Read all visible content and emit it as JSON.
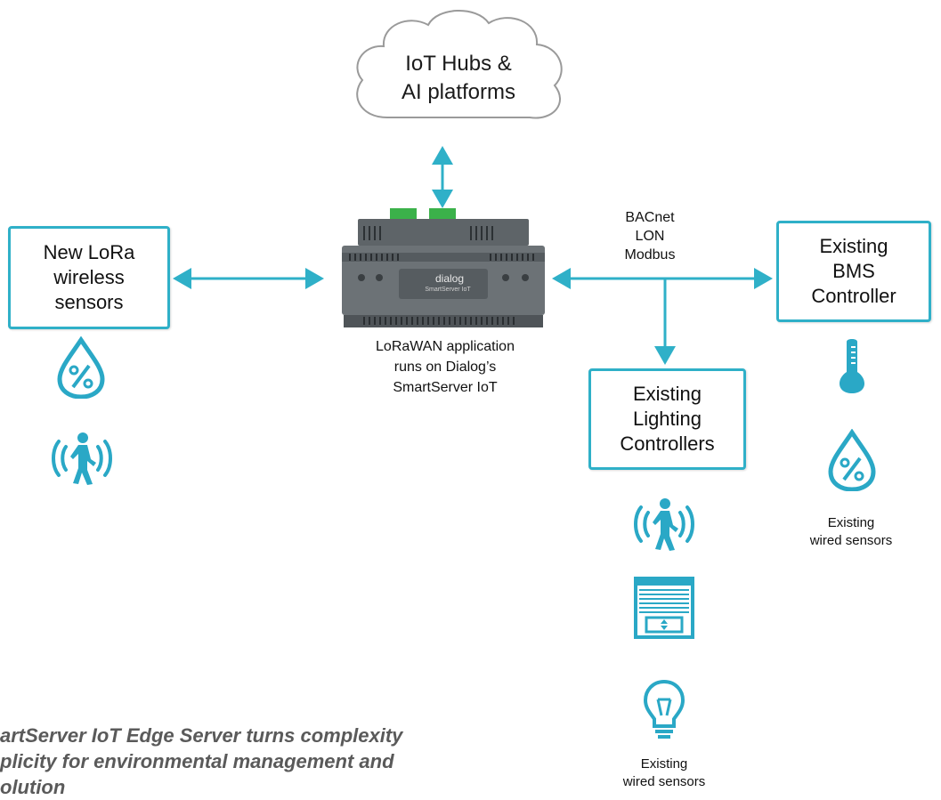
{
  "cloud": {
    "label": "IoT Hubs &\nAI platforms"
  },
  "boxes": {
    "lora": "New LoRa\nwireless\nsensors",
    "bms": "Existing\nBMS\nController",
    "lighting": "Existing\nLighting\nControllers"
  },
  "device": {
    "brand": "dialog",
    "model": "SmartServer IoT",
    "caption": "LoRaWAN application\nruns on Dialog’s\nSmartServer IoT"
  },
  "protocols": "BACnet\nLON\nModbus",
  "sensor_captions": {
    "bms": "Existing\nwired sensors",
    "lighting": "Existing\nwired sensors"
  },
  "bottom_caption": "artServer IoT Edge Server turns complexity\nplicity for environmental management and\nolution",
  "colors": {
    "accent": "#2fb0c8",
    "icon": "#2aa8c6"
  },
  "icons": [
    "humidity-icon",
    "motion-sensor-icon",
    "thermometer-icon",
    "window-blind-icon",
    "light-bulb-icon"
  ]
}
